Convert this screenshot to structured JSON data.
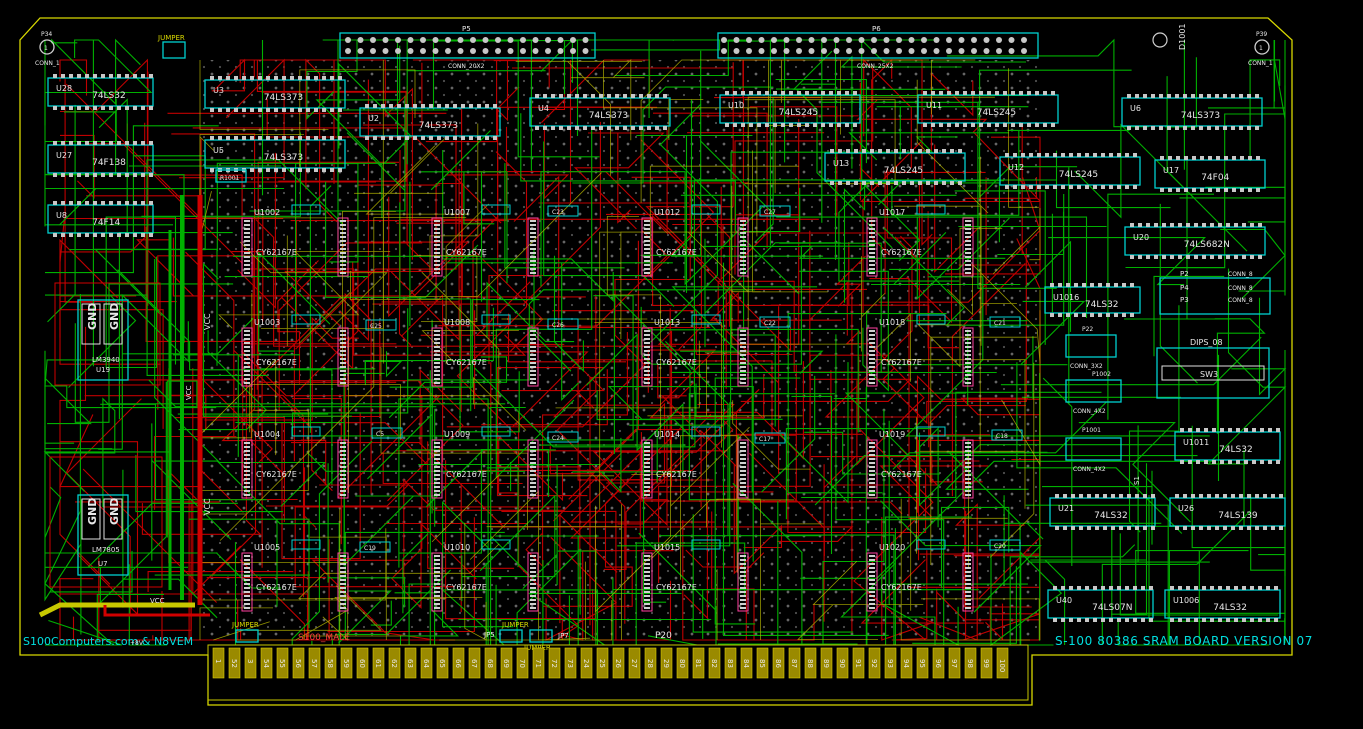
{
  "colors": {
    "background": "#000000",
    "front_copper": "#c00000",
    "back_copper": "#00b000",
    "silkscreen": "#00e0e0",
    "outline": "#d8d800",
    "pads": "#c8c8c8"
  },
  "board": {
    "title_text": "S-100 80386 SRAM BOARD VERSION 07",
    "credit_text": "S100Computers.com & N8VEM",
    "edge_connector_label": "P20",
    "edge_silk_label": "S100_MALE",
    "edge_plus8v": "+8V",
    "edge_numbers": [
      "1",
      "52",
      "3",
      "54",
      "55",
      "56",
      "57",
      "58",
      "59",
      "60",
      "61",
      "62",
      "63",
      "64",
      "65",
      "66",
      "67",
      "68",
      "69",
      "70",
      "71",
      "72",
      "73",
      "24",
      "25",
      "26",
      "27",
      "28",
      "29",
      "80",
      "81",
      "82",
      "83",
      "84",
      "85",
      "86",
      "87",
      "88",
      "89",
      "90",
      "91",
      "92",
      "93",
      "94",
      "95",
      "96",
      "97",
      "98",
      "99",
      "100"
    ]
  },
  "mounting_holes": [
    {
      "ref": "P34",
      "label": "CONN_1",
      "pin": "1"
    },
    {
      "ref": "P39",
      "label": "CONN_1",
      "pin": "1"
    }
  ],
  "connectors": {
    "p5": {
      "ref": "P5",
      "value": "CONN_20X2"
    },
    "p6": {
      "ref": "P6",
      "value": "CONN_25X2"
    },
    "p22": {
      "ref": "P22",
      "value": "CONN_3X2"
    },
    "p1002": {
      "ref": "P1002",
      "value": "CONN_4X2"
    },
    "p1001": {
      "ref": "P1001",
      "value": "CONN_4X2"
    },
    "p2": {
      "ref": "P2",
      "value": "CONN_8"
    },
    "p4": {
      "ref": "P4",
      "value": "CONN_8"
    },
    "p3": {
      "ref": "P3",
      "value": "CONN_8"
    },
    "sw3": {
      "ref": "SW3",
      "value": "DIPS_08"
    },
    "d1001": {
      "ref": "D1001"
    },
    "s1": {
      "ref": "S1"
    },
    "jumpers": [
      "JUMPER",
      "JP5",
      "JP7",
      "JUMPER",
      "JUMPER",
      "JUMPER"
    ]
  },
  "logic_chips": [
    {
      "ref": "U28",
      "value": "74LS32"
    },
    {
      "ref": "U3",
      "value": "74LS373"
    },
    {
      "ref": "U27",
      "value": "74F138"
    },
    {
      "ref": "U5",
      "value": "74LS373"
    },
    {
      "ref": "U8",
      "value": "74F14"
    },
    {
      "ref": "U2",
      "value": "74LS373"
    },
    {
      "ref": "U4",
      "value": "74LS373"
    },
    {
      "ref": "U10",
      "value": "74LS245"
    },
    {
      "ref": "U11",
      "value": "74LS245"
    },
    {
      "ref": "U13",
      "value": "74LS245"
    },
    {
      "ref": "U12",
      "value": "74LS245"
    },
    {
      "ref": "U6",
      "value": "74LS373"
    },
    {
      "ref": "U17",
      "value": "74F04"
    },
    {
      "ref": "U20",
      "value": "74LS682N"
    },
    {
      "ref": "U1016",
      "value": "74LS32"
    },
    {
      "ref": "U1011",
      "value": "74LS32"
    },
    {
      "ref": "U21",
      "value": "74LS32"
    },
    {
      "ref": "U26",
      "value": "74LS139"
    },
    {
      "ref": "U40",
      "value": "74LS07N"
    },
    {
      "ref": "U1006",
      "value": "74LS32"
    }
  ],
  "sram_chips": [
    {
      "ref": "U1002",
      "value": "CY62167E"
    },
    {
      "ref": "U1007",
      "value": "CY62167E"
    },
    {
      "ref": "U1012",
      "value": "CY62167E"
    },
    {
      "ref": "U1017",
      "value": "CY62167E"
    },
    {
      "ref": "U1003",
      "value": "CY62167E"
    },
    {
      "ref": "U1008",
      "value": "CY62167E"
    },
    {
      "ref": "U1013",
      "value": "CY62167E"
    },
    {
      "ref": "U1018",
      "value": "CY62167E"
    },
    {
      "ref": "U1004",
      "value": "CY62167E"
    },
    {
      "ref": "U1009",
      "value": "CY62167E"
    },
    {
      "ref": "U1014",
      "value": "CY62167E"
    },
    {
      "ref": "U1019",
      "value": "CY62167E"
    },
    {
      "ref": "U1005",
      "value": "CY62167E"
    },
    {
      "ref": "U1010",
      "value": "CY62167E"
    },
    {
      "ref": "U1015",
      "value": "CY62167E"
    },
    {
      "ref": "U1020",
      "value": "CY62167E"
    }
  ],
  "regulators": [
    {
      "ref": "U19",
      "value": "LM3940",
      "pin_labels": [
        "GND",
        "GND"
      ]
    },
    {
      "ref": "U7",
      "value": "LM7805",
      "pin_labels": [
        "GND",
        "GND"
      ]
    }
  ],
  "power_labels": [
    "VCC",
    "VCC",
    "VCC",
    "VCC"
  ],
  "small_labels": {
    "r1001": "R1001",
    "c_labels": [
      "C23",
      "C25",
      "C26",
      "C27",
      "C5",
      "C24",
      "C22",
      "C21",
      "C17",
      "C18",
      "C19",
      "C20"
    ]
  }
}
